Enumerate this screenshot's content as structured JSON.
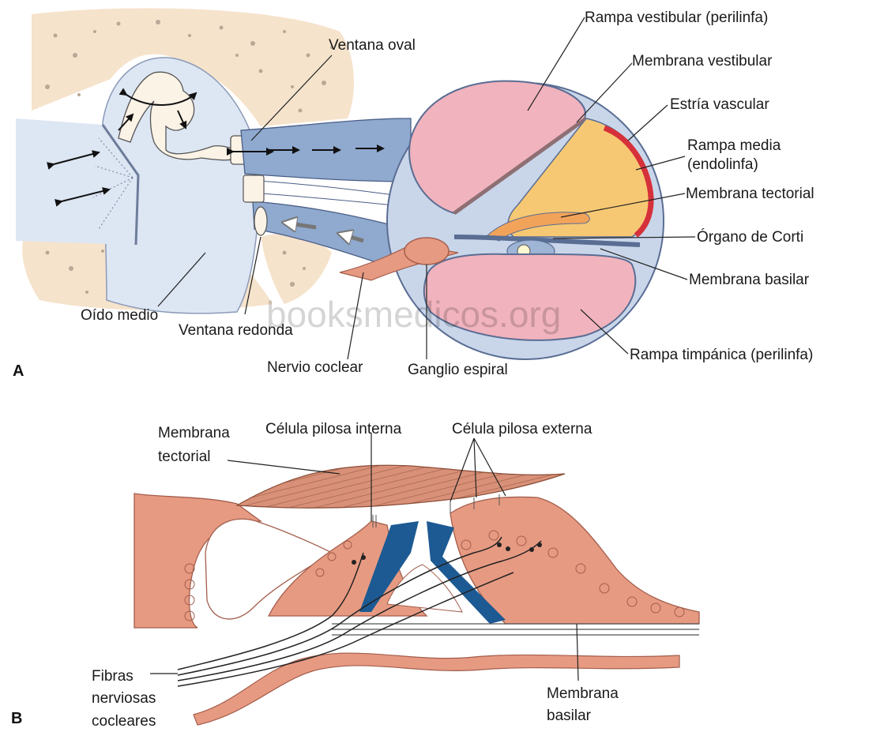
{
  "panel_a": {
    "letter": "A",
    "labels": {
      "ventana_oval": "Ventana oval",
      "rampa_vestibular": "Rampa vestibular (perilinfa)",
      "membrana_vestibular": "Membrana vestibular",
      "estria_vascular": "Estría vascular",
      "rampa_media_1": "Rampa media",
      "rampa_media_2": "(endolinfa)",
      "membrana_tectorial": "Membrana tectorial",
      "organo_corti": "Órgano de Corti",
      "membrana_basilar": "Membrana basilar",
      "rampa_timpanica": "Rampa timpánica (perilinfa)",
      "oido_medio": "Oído medio",
      "ventana_redonda": "Ventana redonda",
      "nervio_coclear": "Nervio coclear",
      "ganglio_espiral": "Ganglio espiral"
    }
  },
  "panel_b": {
    "letter": "B",
    "labels": {
      "membrana_tectorial_1": "Membrana",
      "membrana_tectorial_2": "tectorial",
      "celula_pilosa_interna": "Célula pilosa interna",
      "celula_pilosa_externa": "Célula pilosa externa",
      "fibras_1": "Fibras",
      "fibras_2": "nerviosas",
      "fibras_3": "cocleares",
      "membrana_basilar_1": "Membrana",
      "membrana_basilar_2": "basilar"
    }
  },
  "watermark": "booksmedicos.org",
  "colors": {
    "bone": "#f6e3cc",
    "bone_dots": "#b9a895",
    "cavity": "#dde6f3",
    "scala_pink": "#f1b3bd",
    "scala_media": "#f7c873",
    "stria": "#d6313a",
    "duct_blue": "#8fa9cf",
    "tissue": "#e79a82",
    "tissue_dark": "#c8735c",
    "pillar_blue": "#1d5a93"
  }
}
